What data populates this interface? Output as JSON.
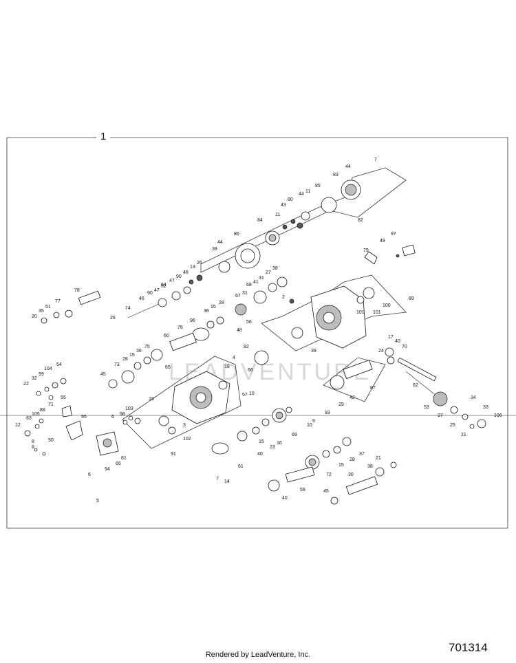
{
  "frame_label": "1",
  "diagram_id": "701314",
  "footer_text": "Rendered by LeadVenture, Inc.",
  "watermark_text": "LEADVENTURE",
  "callouts": [
    "7",
    "44",
    "83",
    "85",
    "82",
    "11",
    "44",
    "80",
    "43",
    "84",
    "11",
    "86",
    "39",
    "26",
    "13",
    "46",
    "90",
    "47",
    "64",
    "78",
    "51",
    "77",
    "35",
    "20",
    "74",
    "26",
    "46",
    "90",
    "47",
    "62",
    "44",
    "31",
    "68",
    "27",
    "41",
    "38",
    "36",
    "15",
    "28",
    "67",
    "31",
    "97",
    "49",
    "79",
    "2",
    "89",
    "100",
    "101",
    "56",
    "76",
    "96",
    "60",
    "75",
    "36",
    "15",
    "28",
    "73",
    "45",
    "65",
    "54",
    "104",
    "99",
    "32",
    "22",
    "48",
    "92",
    "4",
    "39",
    "17",
    "40",
    "70",
    "24",
    "71",
    "55",
    "88",
    "105",
    "63",
    "12",
    "50",
    "95",
    "18",
    "57",
    "10",
    "87",
    "66",
    "101",
    "19",
    "103",
    "98",
    "6",
    "3",
    "102",
    "42",
    "29",
    "93",
    "94",
    "81",
    "9",
    "10",
    "15",
    "16",
    "69",
    "23",
    "40",
    "61",
    "7",
    "14",
    "91",
    "65",
    "8",
    "6",
    "5",
    "37",
    "28",
    "15",
    "72",
    "59",
    "40",
    "38",
    "21",
    "30",
    "45",
    "34",
    "33",
    "106",
    "37",
    "25",
    "21",
    "53",
    "62",
    "8"
  ],
  "colors": {
    "line": "#222222",
    "part_fill": "#ffffff",
    "watermark": "#d8d8d8"
  }
}
